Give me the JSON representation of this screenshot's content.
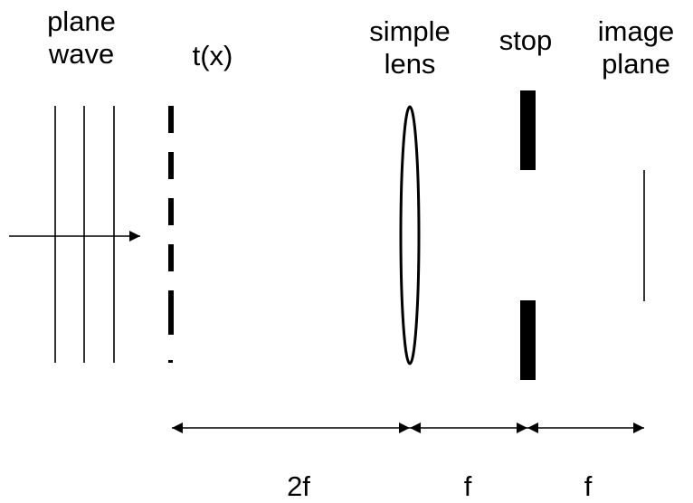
{
  "labels": {
    "plane_wave": [
      "plane",
      "wave"
    ],
    "transmittance": "t(x)",
    "simple_lens": [
      "simple",
      "lens"
    ],
    "stop": "stop",
    "image_plane": [
      "image",
      "plane"
    ]
  },
  "distances": {
    "object_to_lens": "2f",
    "lens_to_stop": "f",
    "stop_to_image": "f"
  },
  "colors": {
    "ink": "#000000",
    "background": "#ffffff"
  }
}
